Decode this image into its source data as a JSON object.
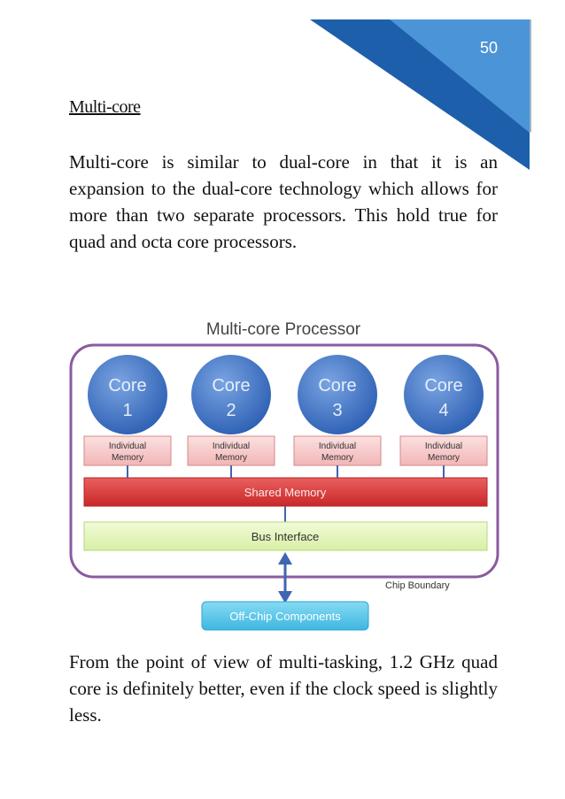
{
  "page": {
    "number": "50"
  },
  "section": {
    "heading": "Multi-core",
    "paragraph_1": "Multi-core is similar to dual-core in that it is an expansion to the dual-core technology which allows for more than two separate processors. This hold true for quad and octa core processors.",
    "paragraph_2": "From the point of view of multi-tasking, 1.2 GHz quad core is definitely better, even if the clock speed is slightly less."
  },
  "diagram": {
    "title": "Multi-core Processor",
    "cores": [
      {
        "label": "Core",
        "number": "1",
        "memory_line1": "Individual",
        "memory_line2": "Memory"
      },
      {
        "label": "Core",
        "number": "2",
        "memory_line1": "Individual",
        "memory_line2": "Memory"
      },
      {
        "label": "Core",
        "number": "3",
        "memory_line1": "Individual",
        "memory_line2": "Memory"
      },
      {
        "label": "Core",
        "number": "4",
        "memory_line1": "Individual",
        "memory_line2": "Memory"
      }
    ],
    "shared_memory": "Shared Memory",
    "bus_interface": "Bus Interface",
    "chip_boundary": "Chip Boundary",
    "off_chip": "Off-Chip Components",
    "colors": {
      "boundary": "#8a5aa0",
      "core": "#3d72c4",
      "individual_memory": "#f6c6c6",
      "shared_memory": "#d63a3a",
      "bus_interface": "#e3f5bb",
      "off_chip": "#5cc8ea",
      "connector": "#3f66b0"
    }
  },
  "decoration": {
    "corner_colors": [
      "#1c5da8",
      "#4b93d6",
      "#9cb0c2"
    ]
  }
}
